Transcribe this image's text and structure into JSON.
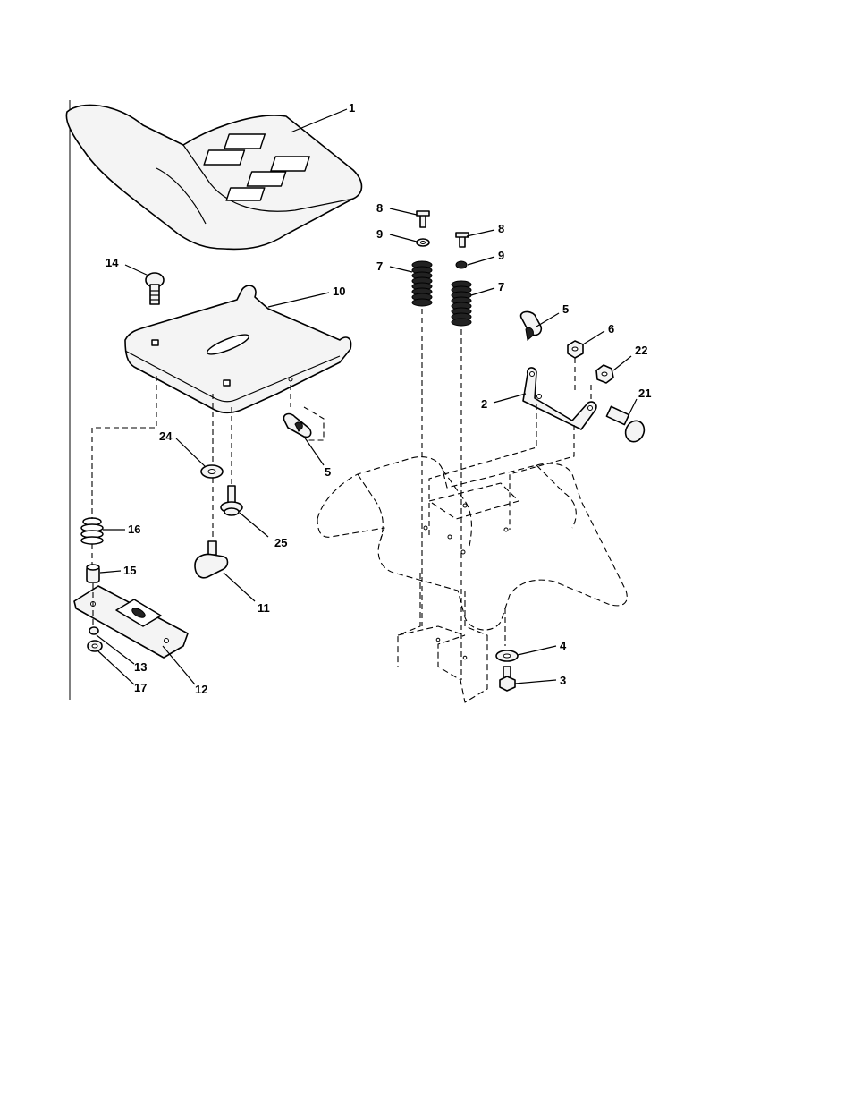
{
  "callouts": {
    "c1": "1",
    "c14": "14",
    "c10": "10",
    "c24": "24",
    "c5a": "5",
    "c16": "16",
    "c15": "15",
    "c25": "25",
    "c11": "11",
    "c13": "13",
    "c17": "17",
    "c12": "12",
    "c8a": "8",
    "c9a": "9",
    "c7a": "7",
    "c8b": "8",
    "c9b": "9",
    "c7b": "7",
    "c5b": "5",
    "c6": "6",
    "c22": "22",
    "c2": "2",
    "c21": "21",
    "c4": "4",
    "c3": "3"
  }
}
